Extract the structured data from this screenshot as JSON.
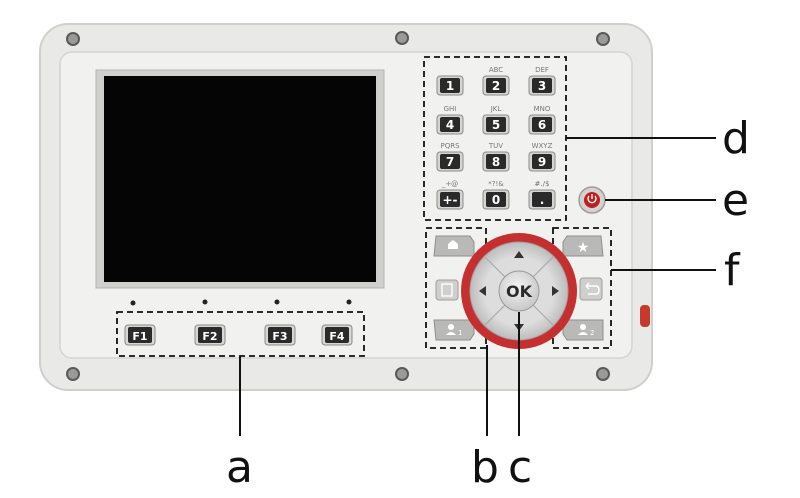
{
  "device": {
    "fkeys": [
      "F1",
      "F2",
      "F3",
      "F4"
    ],
    "numpad": [
      {
        "key": "1",
        "sub": ""
      },
      {
        "key": "2",
        "sub": "ABC"
      },
      {
        "key": "3",
        "sub": "DEF"
      },
      {
        "key": "4",
        "sub": "GHI"
      },
      {
        "key": "5",
        "sub": "JKL"
      },
      {
        "key": "6",
        "sub": "MNO"
      },
      {
        "key": "7",
        "sub": "PQRS"
      },
      {
        "key": "8",
        "sub": "TUV"
      },
      {
        "key": "9",
        "sub": "WXYZ"
      },
      {
        "key": "+-",
        "sub": "_+@"
      },
      {
        "key": "0",
        "sub": "*?!&"
      },
      {
        "key": ".",
        "sub": "#./$"
      }
    ],
    "ok_label": "OK"
  },
  "callouts": {
    "a": "a",
    "b": "b",
    "c": "c",
    "d": "d",
    "e": "e",
    "f": "f"
  },
  "colors": {
    "body": "#e9e9e7",
    "panel": "#f1f1ef",
    "screen": "#050505",
    "key": "#2a2a2a",
    "ring": "#c62f2f",
    "nav_key": "#b9b9b7",
    "power": "#c01e1e"
  }
}
